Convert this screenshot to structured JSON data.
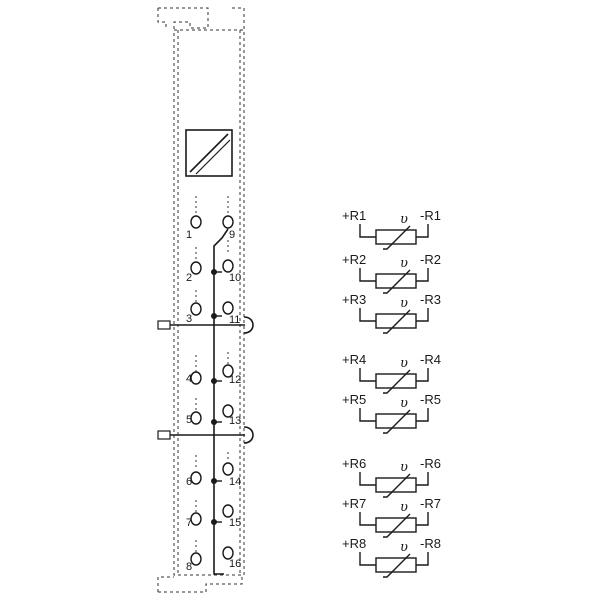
{
  "terminals": {
    "left": [
      "1",
      "2",
      "3",
      "4",
      "5",
      "6",
      "7",
      "8"
    ],
    "right": [
      "9",
      "10",
      "11",
      "12",
      "13",
      "14",
      "15",
      "16"
    ]
  },
  "rtd_channels": [
    {
      "plus": "+R1",
      "minus": "-R1",
      "symbol": "υ"
    },
    {
      "plus": "+R2",
      "minus": "-R2",
      "symbol": "υ"
    },
    {
      "plus": "+R3",
      "minus": "-R3",
      "symbol": "υ"
    },
    {
      "plus": "+R4",
      "minus": "-R4",
      "symbol": "υ"
    },
    {
      "plus": "+R5",
      "minus": "-R5",
      "symbol": "υ"
    },
    {
      "plus": "+R6",
      "minus": "-R6",
      "symbol": "υ"
    },
    {
      "plus": "+R7",
      "minus": "-R7",
      "symbol": "υ"
    },
    {
      "plus": "+R8",
      "minus": "-R8",
      "symbol": "υ"
    }
  ],
  "colors": {
    "line": "#1a1a1a",
    "dashed": "#333333",
    "background": "#ffffff"
  }
}
